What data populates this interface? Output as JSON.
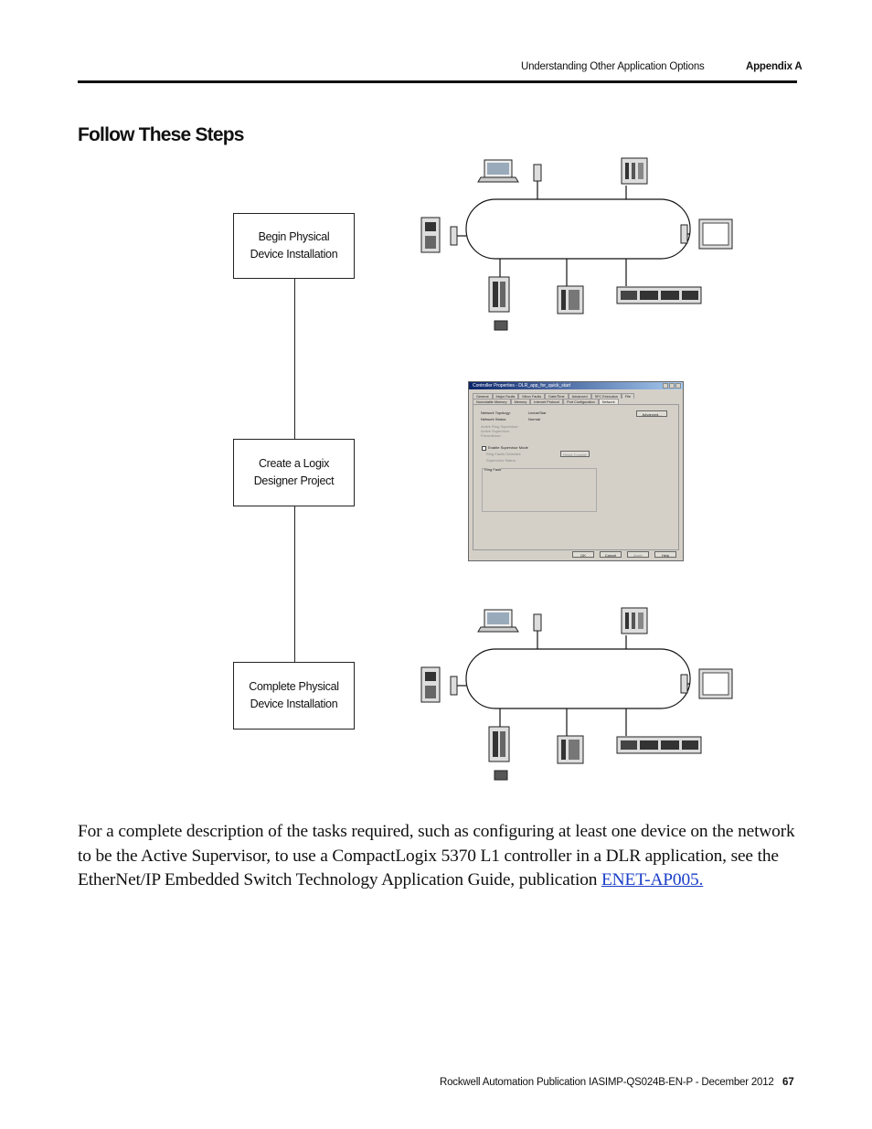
{
  "header": {
    "section": "Understanding Other Application Options",
    "appendix": "Appendix A"
  },
  "title": "Follow These Steps",
  "flow_steps": [
    {
      "label": "Begin Physical\nDevice Installation"
    },
    {
      "label": "Create a Logix\nDesigner Project"
    },
    {
      "label": "Complete Physical\nDevice Installation"
    }
  ],
  "dialog": {
    "title": "Controller Properties - DLR_app_for_quick_start",
    "tabs_row1": [
      "General",
      "Major Faults",
      "Minor Faults",
      "Date/Time",
      "Advanced",
      "SFC Execution",
      "File"
    ],
    "tabs_row2": [
      "Nonvolatile Memory",
      "Memory",
      "Internet Protocol",
      "Port Configuration",
      "Network"
    ],
    "fields": [
      {
        "label": "Network Topology:",
        "value": "Linear/Star"
      },
      {
        "label": "Network Status:",
        "value": "Normal"
      }
    ],
    "disabled_labels": [
      "Active Ring Supervisor:",
      "Active Supervisor",
      "Precedence:"
    ],
    "advanced_button": "Advanced...",
    "checkbox_label": "Enable Supervisor Mode",
    "ring_faults_detected": "Ring Faults Detected:",
    "reset_counter_button": "Reset Counter",
    "supervisor_status": "Supervisor Status:",
    "ring_fault_group": "Ring Fault",
    "buttons": [
      "OK",
      "Cancel",
      "Apply",
      "Help"
    ]
  },
  "paragraph": {
    "text": "For a complete description of the tasks required, such as configuring at least one device on the network to be the Active Supervisor, to use a CompactLogix 5370 L1 controller in a DLR application, see the EtherNet/IP Embedded Switch Technology Application Guide, publication ",
    "link": "ENET-AP005."
  },
  "footer": {
    "publication": "Rockwell Automation Publication IASIMP-QS024B-EN-P - December 2012",
    "page": "67"
  }
}
